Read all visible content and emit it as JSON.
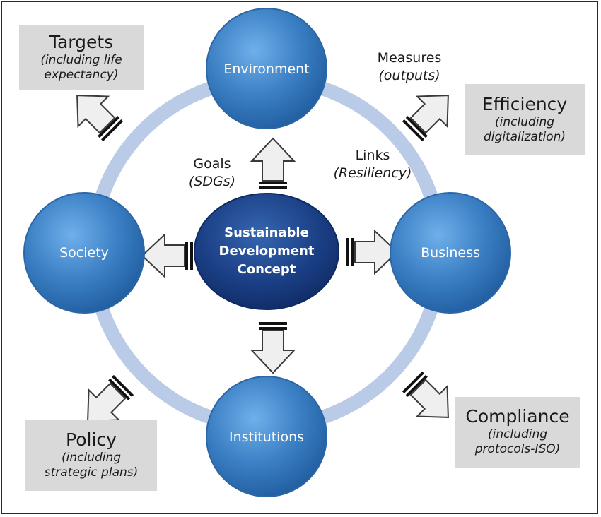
{
  "center": {
    "line1": "Sustainable",
    "line2": "Development",
    "line3": "Concept"
  },
  "nodes": {
    "environment": "Environment",
    "society": "Society",
    "business": "Business",
    "institutions": "Institutions"
  },
  "connectors": {
    "goals": {
      "label": "Goals",
      "sub": "(SDGs)"
    },
    "links": {
      "label": "Links",
      "sub": "(Resiliency)"
    },
    "measures": {
      "label": "Measures",
      "sub": "(outputs)"
    }
  },
  "boxes": {
    "targets": {
      "title": "Targets",
      "sub1": "(including life",
      "sub2": "expectancy)"
    },
    "efficiency": {
      "title": "Efficiency",
      "sub1": "(including",
      "sub2": "digitalization)"
    },
    "policy": {
      "title": "Policy",
      "sub1": "(including",
      "sub2": "strategic plans)"
    },
    "compliance": {
      "title": "Compliance",
      "sub1": "(including",
      "sub2": "protocols-ISO)"
    }
  },
  "colors": {
    "node_fill": "#3b7fc4",
    "center_fill": "#1b3f85",
    "ring": "#b9cbe6",
    "arrow_fill": "#efefef",
    "box_fill": "#d9d9d9"
  }
}
